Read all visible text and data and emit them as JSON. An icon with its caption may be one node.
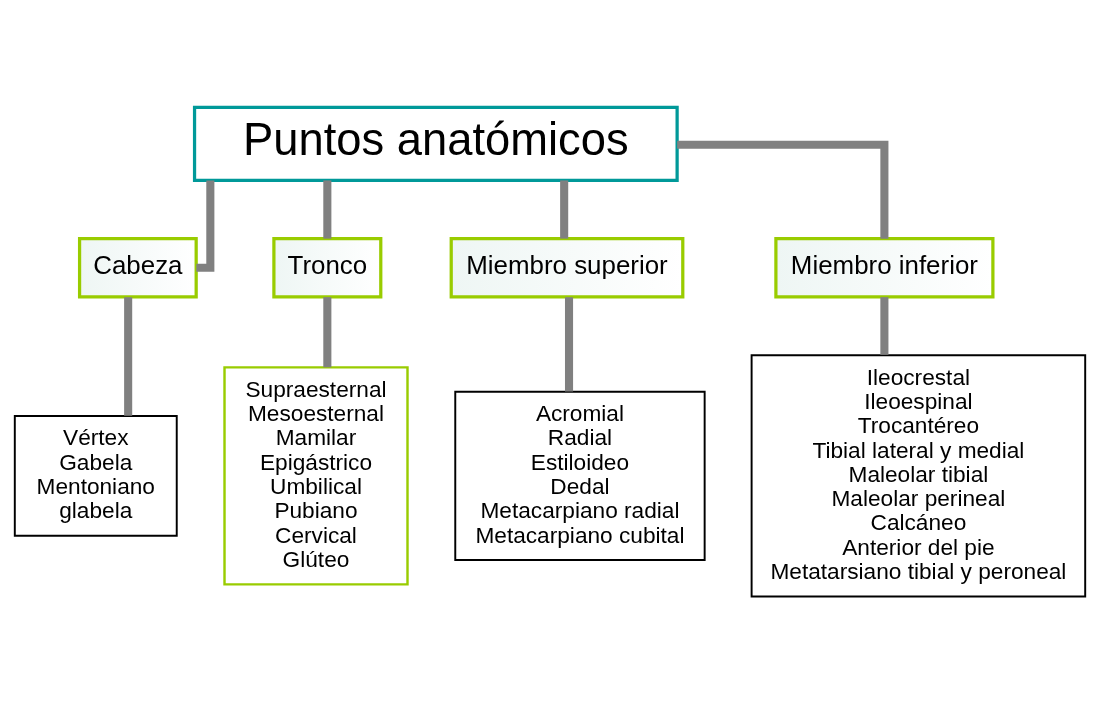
{
  "diagram": {
    "nodes": [
      {
        "text": [
          "Puntos anatómicos"
        ]
      },
      {
        "text": [
          "Cabeza"
        ]
      },
      {
        "text": [
          "Tronco"
        ]
      },
      {
        "text": [
          "Miembro superior"
        ]
      },
      {
        "text": [
          "Miembro inferior"
        ]
      },
      {
        "text": [
          "Vértex",
          "Gabela",
          "Mentoniano",
          "glabela"
        ]
      },
      {
        "text": [
          "Supraesternal",
          "Mesoesternal",
          "Mamilar",
          "Epigástrico",
          "Umbilical",
          "Pubiano",
          "Cervical",
          "Glúteo"
        ]
      },
      {
        "text": [
          "Acromial",
          "Radial",
          "Estiloideo",
          "Dedal",
          "Metacarpiano radial",
          "Metacarpiano cubital"
        ]
      },
      {
        "text": [
          "Ileocrestal",
          "Ileoespinal",
          "Trocantéreo",
          "Tibial lateral y medial",
          "Maleolar tibial",
          "Maleolar perineal",
          "Calcáneo",
          "Anterior del pie",
          "Metatarsiano tibial y peroneal"
        ]
      }
    ],
    "edges": [
      {
        "from": 0,
        "to": 1,
        "arrow": "none"
      },
      {
        "from": 0,
        "to": 2,
        "arrow": "none"
      },
      {
        "from": 0,
        "to": 3,
        "arrow": "none"
      },
      {
        "from": 0,
        "to": 4,
        "arrow": "none"
      },
      {
        "from": 1,
        "to": 5,
        "arrow": "none"
      },
      {
        "from": 2,
        "to": 6,
        "arrow": "none"
      },
      {
        "from": 3,
        "to": 7,
        "arrow": "none"
      },
      {
        "from": 4,
        "to": 8,
        "arrow": "none"
      }
    ]
  }
}
